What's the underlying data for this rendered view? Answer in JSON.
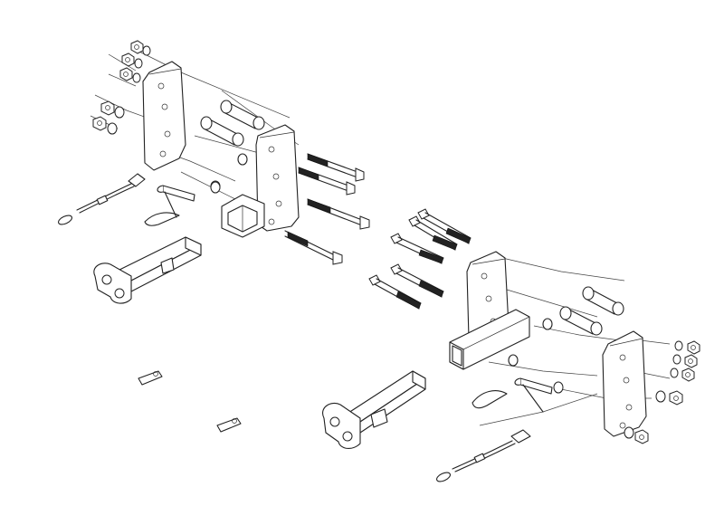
{
  "colors": {
    "line": "#222222",
    "background": "#ffffff"
  },
  "diagram": {
    "kind": "exploded-parts-view",
    "parts": [
      "left-mount-plate-rear",
      "left-mount-plate-front",
      "left-receiver-tube",
      "left-spacer-tubes",
      "left-bolts",
      "left-nuts-washers",
      "left-hitch-pin",
      "left-hairpin-clip",
      "left-safety-cable",
      "left-draw-bar",
      "right-mount-plate-rear",
      "right-mount-plate-front",
      "right-receiver-tube",
      "right-spacer-tubes",
      "right-bolts",
      "right-nuts-washers",
      "right-hitch-pin",
      "right-hairpin-clip",
      "right-safety-cable",
      "right-draw-bar",
      "small-clip-1",
      "small-clip-2"
    ]
  }
}
